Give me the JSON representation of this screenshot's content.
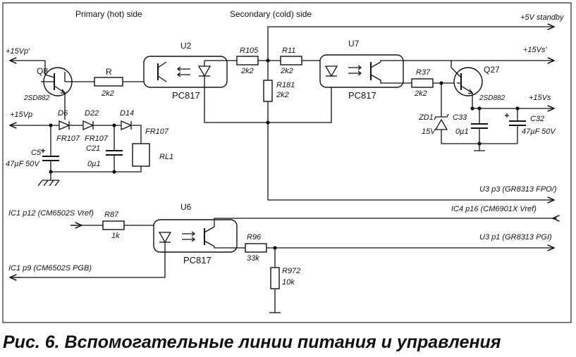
{
  "headers": {
    "primary": "Primary (hot) side",
    "secondary": "Secondary (cold) side"
  },
  "rails": {
    "vp_in": "+15Vp'",
    "vp": "+15Vp",
    "vs_prime": "+15Vs'",
    "vs": "+15Vs",
    "standby": "+5V standby"
  },
  "signals": {
    "u3_p3": "U3 p3 (GR8313 FPO/)",
    "ic1_p12": "IC1 p12 (CM6502S Vref)",
    "ic4_p16": "IC4 p16 (CM6901X Vref)",
    "u3_p1": "U3 p1 (GR8313 PGI)",
    "ic1_p9": "IC1 p9 (CM6502S PGB)"
  },
  "optocouplers": {
    "u2": {
      "ref": "U2",
      "part": "PC817"
    },
    "u7": {
      "ref": "U7",
      "part": "PC817"
    },
    "u6": {
      "ref": "U6",
      "part": "PC817"
    }
  },
  "transistors": {
    "q8": {
      "ref": "Q8",
      "part": "2SD882"
    },
    "q27": {
      "ref": "Q27",
      "part": "2SD882"
    }
  },
  "resistors": {
    "r": {
      "ref": "R",
      "value": "2k2"
    },
    "r105": {
      "ref": "R105",
      "value": "2k2"
    },
    "r11": {
      "ref": "R11",
      "value": "2k2"
    },
    "r181": {
      "ref": "R181",
      "value": "2k2"
    },
    "r37": {
      "ref": "R37",
      "value": "2k2"
    },
    "r87": {
      "ref": "R87",
      "value": "1k"
    },
    "r96": {
      "ref": "R96",
      "value": "33k"
    },
    "r972": {
      "ref": "R972",
      "value": "10k"
    }
  },
  "diodes": {
    "d6": {
      "ref": "D6",
      "part": "FR107"
    },
    "d22": {
      "ref": "D22",
      "part": "FR107"
    },
    "d14": {
      "ref": "D14",
      "part": "FR107"
    },
    "zd1": {
      "ref": "ZD1",
      "value": "15V"
    }
  },
  "capacitors": {
    "c5": {
      "ref": "C5",
      "value": "47µF 50V"
    },
    "c21": {
      "ref": "C21",
      "value": "0µ1"
    },
    "c33": {
      "ref": "C33",
      "value": "0µ1"
    },
    "c32": {
      "ref": "C32",
      "value": "47µF 50V"
    }
  },
  "relay": {
    "ref": "RL1"
  },
  "caption": "Рис. 6. Вспомогательные линии питания и управления"
}
